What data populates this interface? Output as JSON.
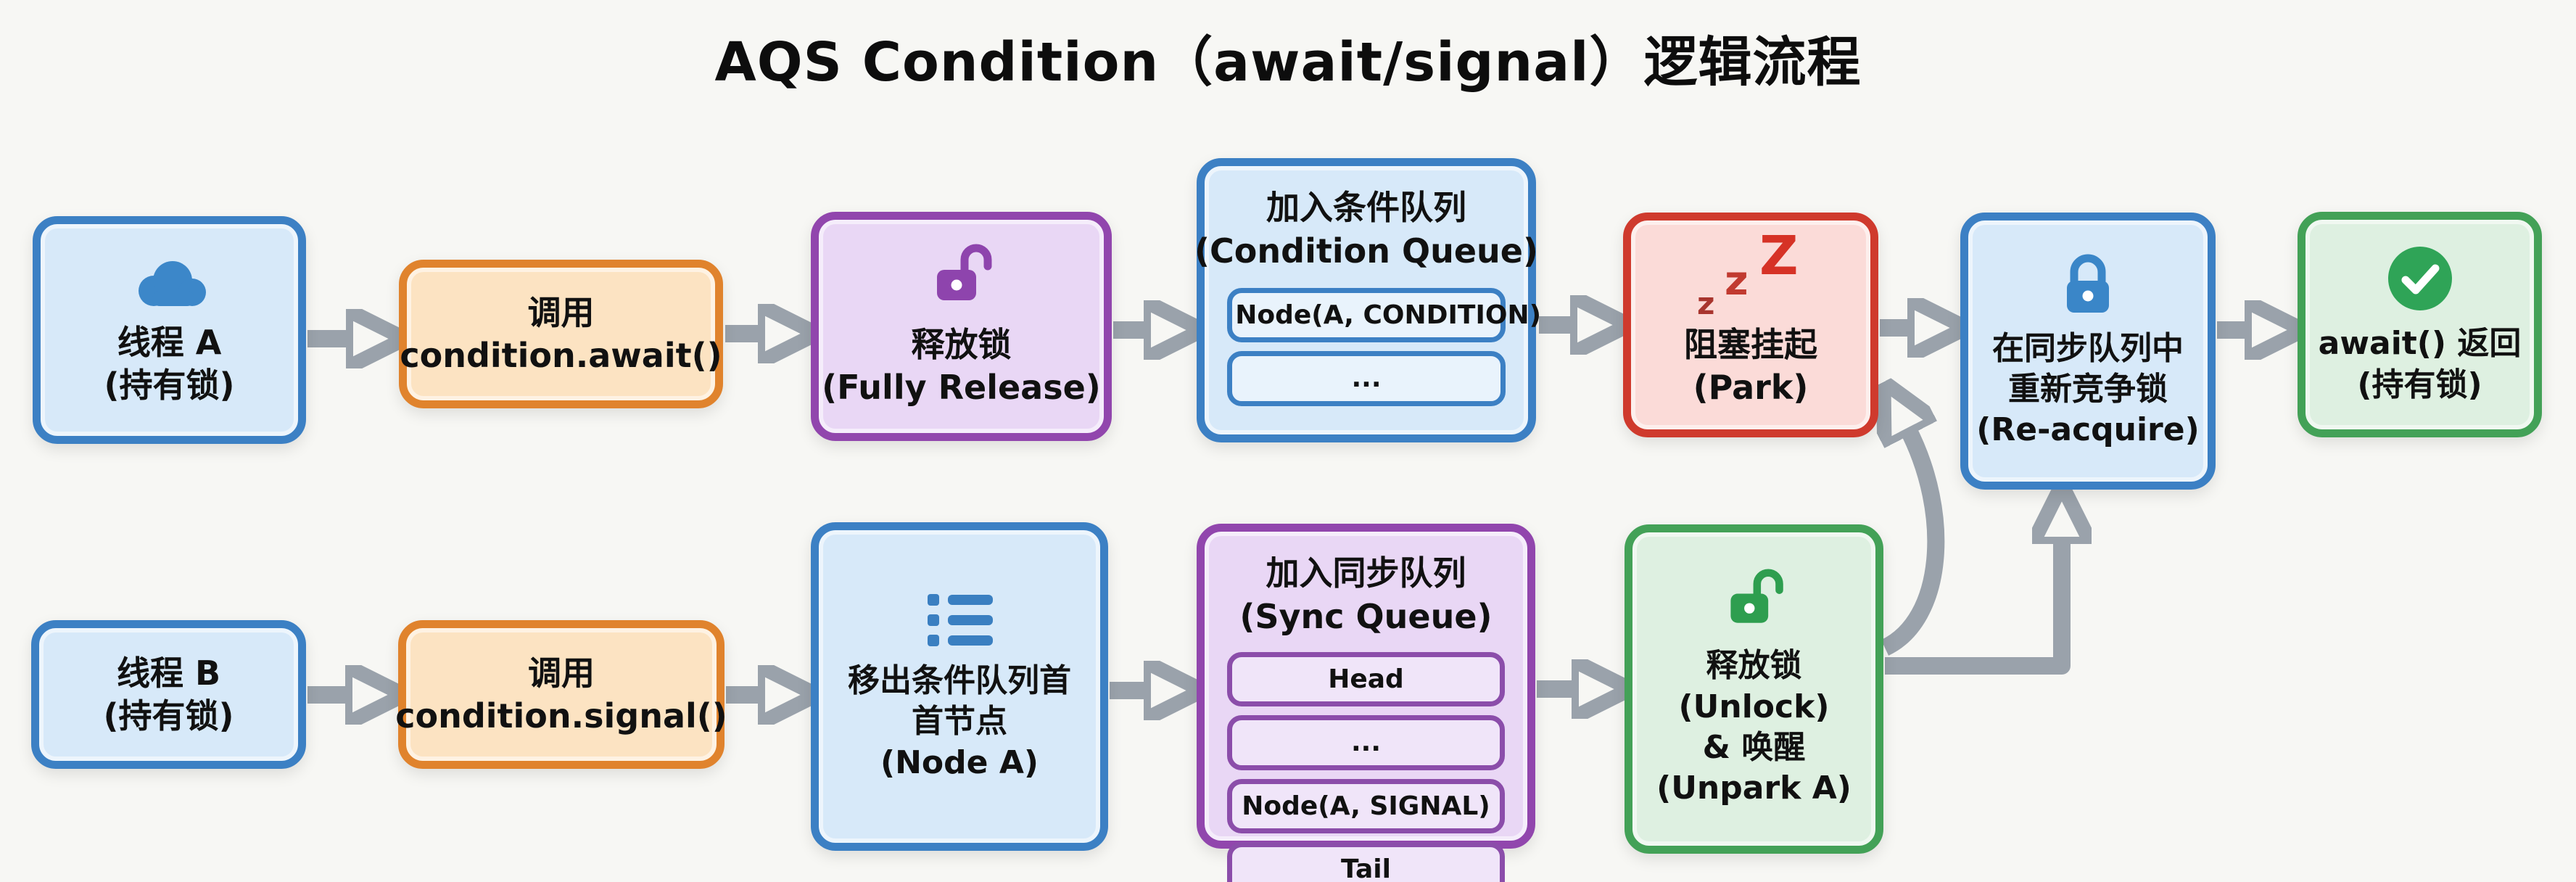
{
  "title": "AQS Condition（await/signal）逻辑流程",
  "colors": {
    "blue_border": "#3c80c4",
    "blue_fill": "#d7e9f9",
    "orange_border": "#e0832d",
    "orange_fill": "#fce3c2",
    "purple_border": "#9146ad",
    "purple_fill": "#e9d7f5",
    "red_border": "#cf3a2d",
    "red_fill": "#fbdbd8",
    "green_border": "#43a157",
    "green_fill": "#def0e1",
    "arrow_gray": "#9aa2ab"
  },
  "boxes": {
    "thread_a": {
      "icon": "cloud-icon",
      "line1": "线程 A",
      "line2": "(持有锁)"
    },
    "call_await": {
      "line1": "调用",
      "line2": "condition.await()"
    },
    "fully_release": {
      "icon": "unlock-icon",
      "line1": "释放锁",
      "line2": "(Fully Release)"
    },
    "condition_queue": {
      "title_line1": "加入条件队列",
      "title_line2": "(Condition Queue)",
      "nodes": [
        "Node(A, CONDITION)",
        "..."
      ]
    },
    "park": {
      "icon": "zzz-sleep-icon",
      "z1": "z",
      "z2": "z",
      "z3": "Z",
      "line1": "阻塞挂起",
      "line2": "(Park)"
    },
    "reacquire": {
      "icon": "lock-icon",
      "line1": "在同步队列中",
      "line2": "重新竞争锁",
      "line3": "(Re-acquire)"
    },
    "await_return": {
      "icon": "check-circle-icon",
      "line1": "await() 返回",
      "line2": "(持有锁)"
    },
    "thread_b": {
      "line1": "线程 B",
      "line2": "(持有锁)"
    },
    "call_signal": {
      "line1": "调用",
      "line2": "condition.signal()"
    },
    "dequeue_first": {
      "icon": "list-icon",
      "line1": "移出条件队列首",
      "line2": "首节点",
      "line3": "(Node A)"
    },
    "sync_queue": {
      "title_line1": "加入同步队列",
      "title_line2": "(Sync Queue)",
      "nodes": [
        "Head",
        "...",
        "Node(A, SIGNAL)",
        "Tail"
      ]
    },
    "unlock_unpark": {
      "icon": "unlock-icon",
      "line1": "释放锁",
      "line2": "(Unlock)",
      "line3": "& 唤醒",
      "line4": "(Unpark A)"
    }
  },
  "edges": [
    {
      "from": "thread-a",
      "to": "call-await"
    },
    {
      "from": "call-await",
      "to": "fully-release"
    },
    {
      "from": "fully-release",
      "to": "condition-queue"
    },
    {
      "from": "condition-queue",
      "to": "park"
    },
    {
      "from": "park",
      "to": "re-acquire"
    },
    {
      "from": "re-acquire",
      "to": "await-return"
    },
    {
      "from": "thread-b",
      "to": "call-signal"
    },
    {
      "from": "call-signal",
      "to": "dequeue-first"
    },
    {
      "from": "dequeue-first",
      "to": "sync-queue"
    },
    {
      "from": "sync-queue",
      "to": "unlock-unpark"
    },
    {
      "from": "unlock-unpark",
      "to": "park"
    },
    {
      "from": "unlock-unpark",
      "to": "re-acquire"
    }
  ]
}
